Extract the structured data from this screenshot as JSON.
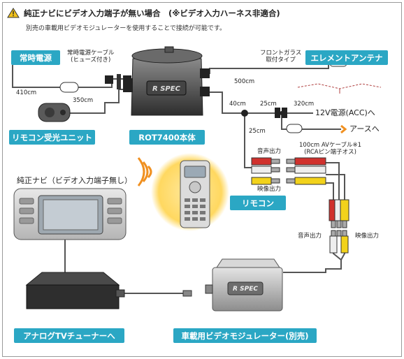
{
  "warning": {
    "icon": "warning-icon",
    "heading": "純正ナビにビデオ入力端子が無い場合　(※ビデオ入力ハーネス非適合)",
    "subtext": "別売の車載用ビデオモジュレーターを使用することで接続が可能です。"
  },
  "tags": {
    "constant_power": "常時電源",
    "element_antenna": "エレメントアンテナ",
    "remote_receiver": "リモコン受光ユニット",
    "main_unit": "ROT7400本体",
    "remote": "リモコン",
    "analog_tuner": "アナログTVチューナーへ",
    "video_modulator": "車載用ビデオモジュレーター(別売)"
  },
  "labels": {
    "power_cable_line1": "常時電源ケーブル",
    "power_cable_line2": "(ヒューズ付き)",
    "front_glass_line1": "フロントガラス",
    "front_glass_line2": "取付タイプ",
    "len_410": "410cm",
    "len_350": "350cm",
    "len_500": "500cm",
    "len_40": "40cm",
    "len_25a": "25cm",
    "len_320": "320cm",
    "len_25b": "25cm",
    "acc_power": "12V電源(ACC)へ",
    "ground": "アースへ",
    "av_cable_line1": "100cm AVケーブル※1",
    "av_cable_line2": "(RCAピン端子オス)",
    "audio_out_1": "音声出力",
    "video_out_1": "映像出力",
    "audio_out_2": "音声出力",
    "video_out_2": "映像出力",
    "navi_title": "純正ナビ（ビデオ入力端子無し）",
    "unit_brand": "R SPEC",
    "modulator_brand": "R SPEC"
  },
  "colors": {
    "tag_blue": "#2ba7c4",
    "cable": "#555555",
    "rca_red": "#d0312d",
    "rca_white": "#eeeeee",
    "rca_yellow": "#f2d21b",
    "accent_orange": "#f09020"
  }
}
